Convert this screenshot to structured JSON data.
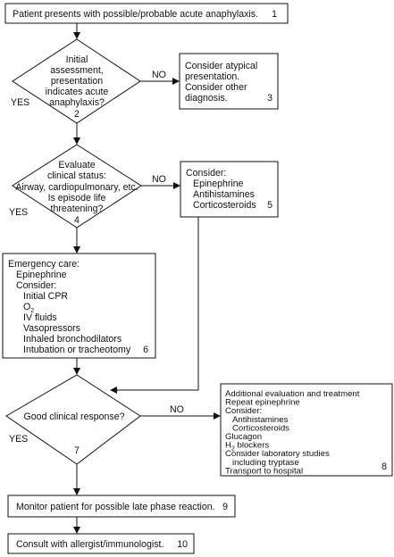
{
  "box1": {
    "text": "Patient presents with possible/probable acute anaphylaxis.",
    "num": "1"
  },
  "d2": {
    "lines": [
      "Initial",
      "assessment,",
      "presentation",
      "indicates acute",
      "anaphylaxis?"
    ],
    "num": "2",
    "yes": "YES",
    "no": "NO"
  },
  "box3": {
    "lines": [
      "Consider atypical",
      "presentation.",
      "Consider other",
      "diagnosis."
    ],
    "num": "3"
  },
  "d4": {
    "lines": [
      "Evaluate",
      "clinical status:",
      "Airway, cardiopulmonary, etc.",
      "Is episode life",
      "threatening?"
    ],
    "num": "4",
    "yes": "YES",
    "no": "NO"
  },
  "box5": {
    "lines": [
      "Consider:",
      "Epinephrine",
      "Antihistamines",
      "Corticosteroids"
    ],
    "num": "5"
  },
  "box6": {
    "lines": [
      "Emergency care:",
      "Epinephrine",
      "Consider:",
      "Initial CPR",
      "O",
      "IV fluids",
      "Vasopressors",
      "Inhaled bronchodilators",
      "Intubation or tracheotomy"
    ],
    "o2sub": "2",
    "num": "6"
  },
  "d7": {
    "text": "Good clinical response?",
    "num": "7",
    "yes": "YES",
    "no": "NO"
  },
  "box8": {
    "lines": [
      "Additional evaluation and treatment",
      "Repeat epinephrine",
      "Consider:",
      "Antihistamines",
      "Corticosteroids",
      "Glucagon",
      "H",
      " blockers",
      "Consider laboratory studies",
      "including tryptase",
      "Transport to hospital"
    ],
    "h2sub": "2",
    "num": "8"
  },
  "box9": {
    "text": "Monitor patient for possible late phase reaction.",
    "num": "9"
  },
  "box10": {
    "text": "Consult with allergist/immunologist.",
    "num": "10"
  }
}
